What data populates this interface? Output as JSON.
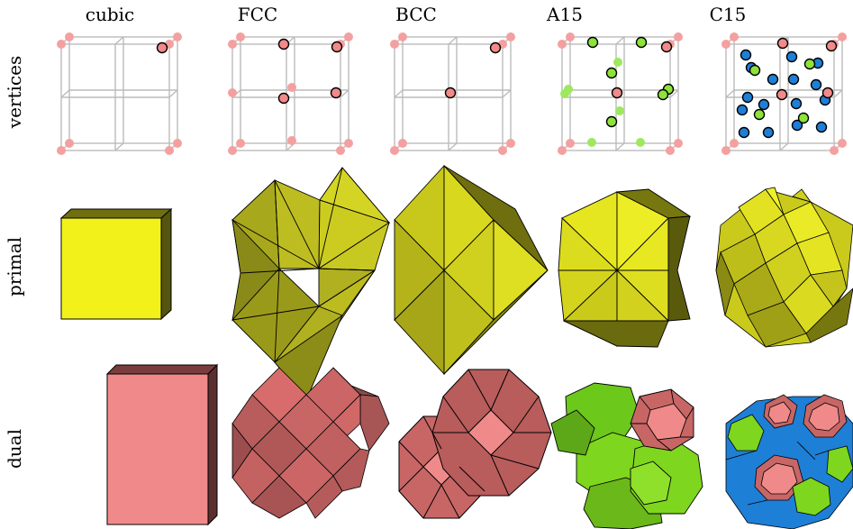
{
  "columns": [
    "cubic",
    "FCC",
    "BCC",
    "A15",
    "C15"
  ],
  "rows": [
    "vertices",
    "primal",
    "dual"
  ],
  "colors": {
    "red_vertex": "#f28a8a",
    "green_vertex": "#8ee23a",
    "blue_vertex": "#1e7fd6",
    "primal_yellow": "#f2f21a",
    "primal_dark": "#55550f",
    "dual_pink": "#f08a8a",
    "dual_rose": "#c86666",
    "dual_green": "#7ed61e",
    "dual_blue": "#1e7fd6",
    "frame_gray": "#bbbbbb"
  }
}
